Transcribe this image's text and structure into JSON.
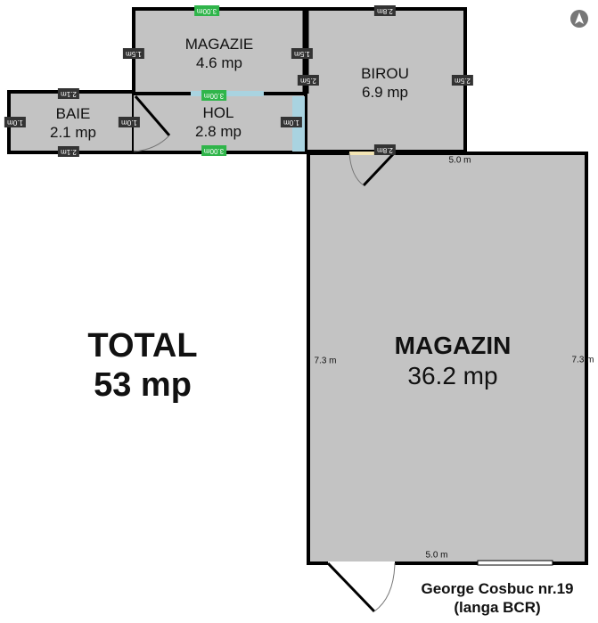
{
  "rooms": {
    "magazie": {
      "name": "MAGAZIE",
      "area": "4.6 mp"
    },
    "birou": {
      "name": "BIROU",
      "area": "6.9 mp"
    },
    "baie": {
      "name": "BAIE",
      "area": "2.1 mp"
    },
    "hol": {
      "name": "HOL",
      "area": "2.8 mp"
    },
    "magazin": {
      "name": "MAGAZIN",
      "area": "36.2 mp"
    }
  },
  "total": {
    "label": "TOTAL",
    "area": "53 mp"
  },
  "dimensions": {
    "magazie_top": "3.00m",
    "magazie_left": "1.5m",
    "magazie_right": "1.5m",
    "birou_top": "2.8m",
    "birou_left": "2.5m",
    "birou_right": "2.5m",
    "birou_bottom": "2.8m",
    "baie_top": "2.1m",
    "baie_bottom": "2.1m",
    "baie_left": "1.0m",
    "baie_right": "1.0m",
    "hol_top": "3.00m",
    "hol_bottom": "3.00m",
    "hol_right": "1.0m",
    "magazin_top": "5.0 m",
    "magazin_bottom": "5.0 m",
    "magazin_left": "7.3 m",
    "magazin_right": "7.3 m"
  },
  "address": {
    "line1": "George Cosbuc nr.19",
    "line2": "(langa BCR)"
  },
  "icons": {
    "compass": "north-arrow-icon"
  },
  "colors": {
    "floor": "#c3c3c3",
    "wall": "#000000",
    "opening": "#a9d3e0",
    "tag": "#333333",
    "tag_green": "#2fb54a"
  }
}
